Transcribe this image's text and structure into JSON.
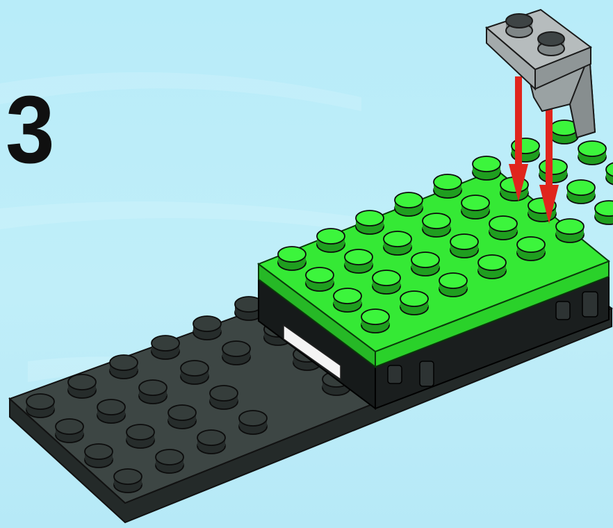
{
  "step": {
    "number": "3"
  },
  "colors": {
    "background": "#bdeef9",
    "background_highlight": "#d4f5fc",
    "green_plate_top": "#33e833",
    "green_plate_side": "#2bc92b",
    "green_stud": "#3cf53c",
    "green_stud_side": "#1f9e1f",
    "dark_plate_top": "#3c4543",
    "dark_plate_side": "#262c2b",
    "dark_stud": "#353d3b",
    "black_bricks": "#151818",
    "grey_bracket": "#a9b0b1",
    "grey_bracket_shadow": "#8b9293",
    "arrow": "#e0251d",
    "white_tile": "#f4f4f4"
  },
  "parts": {
    "base_plate": {
      "name": "dark-grey-plate",
      "studs_wide": 4,
      "studs_long": 8,
      "visible_studs": 28
    },
    "top_plate": {
      "name": "green-plate",
      "studs_wide": 4,
      "studs_long": 6,
      "visible_studs": 32
    },
    "new_part": {
      "name": "grey-bracket-1x2",
      "studs": 2
    },
    "arrows": 2
  }
}
